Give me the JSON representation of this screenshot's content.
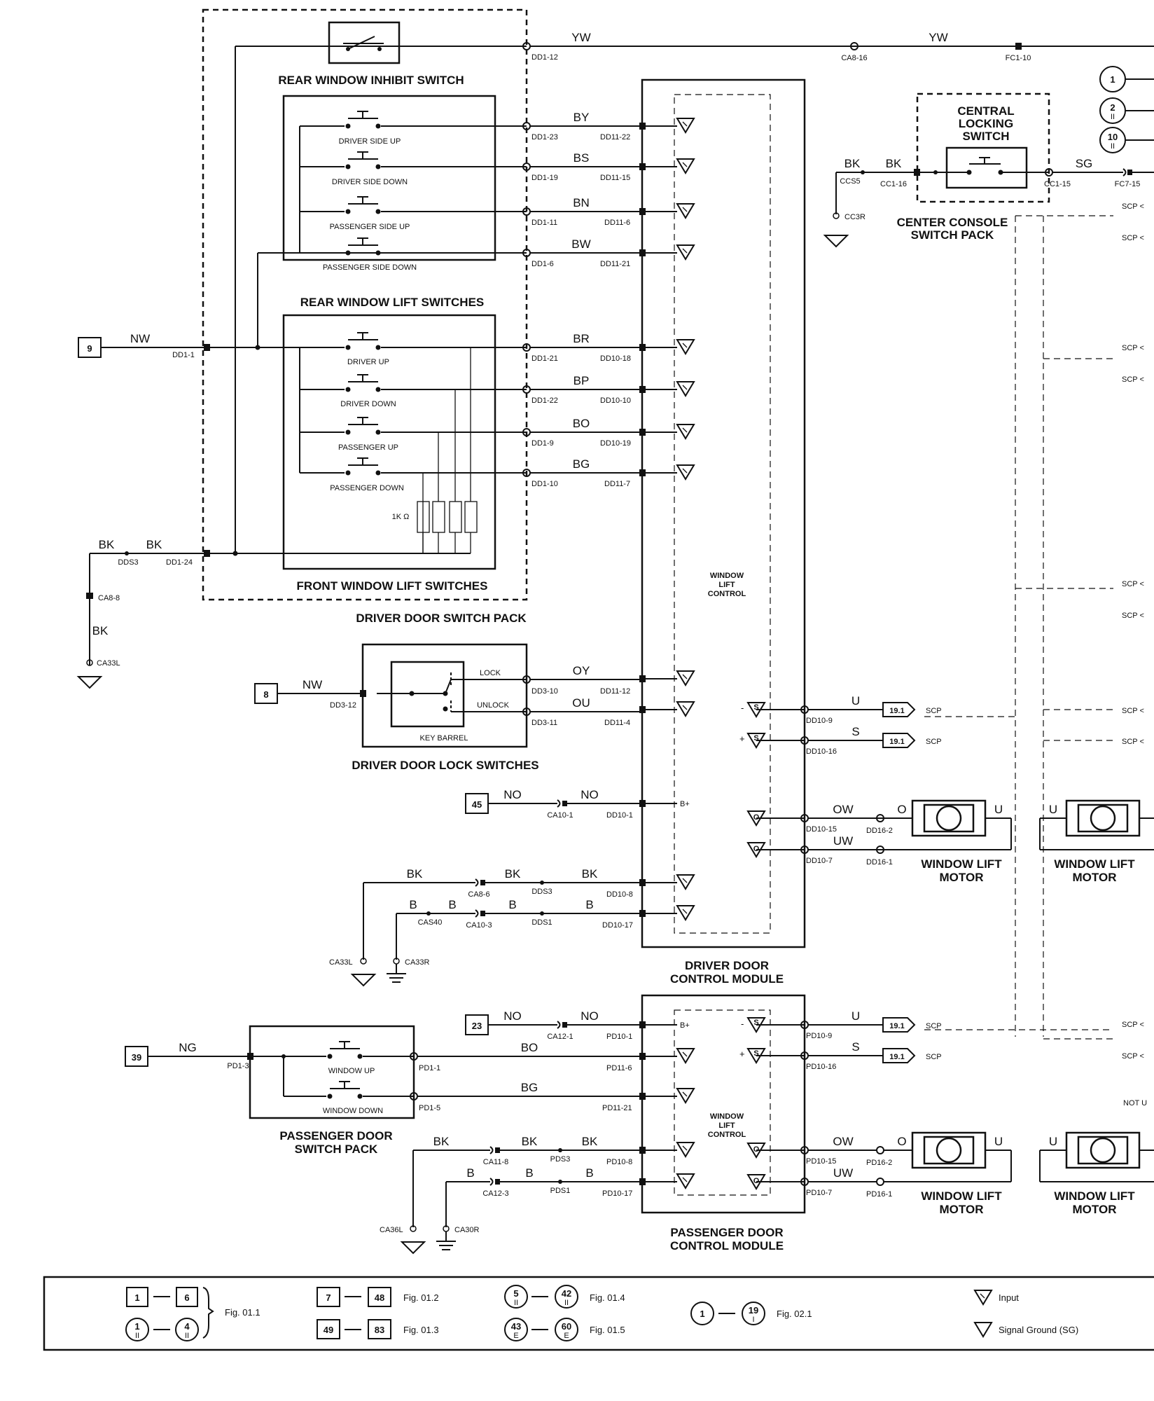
{
  "title": "",
  "components": {
    "rear_window_inhibit_switch": "REAR WINDOW INHIBIT SWITCH",
    "rear_window_lift_switches": "REAR WINDOW LIFT SWITCHES",
    "front_window_lift_switches": "FRONT WINDOW LIFT SWITCHES",
    "driver_door_switch_pack": "DRIVER DOOR SWITCH PACK",
    "central_locking_switch": [
      "CENTRAL",
      "LOCKING",
      "SWITCH"
    ],
    "center_console_switch_pack": [
      "CENTER CONSOLE",
      "SWITCH PACK"
    ],
    "driver_door_lock_switches": "DRIVER DOOR LOCK SWITCHES",
    "key_barrel": "KEY BARREL",
    "driver_door_control_module": [
      "DRIVER DOOR",
      "CONTROL MODULE"
    ],
    "passenger_door_control_module": [
      "PASSENGER DOOR",
      "CONTROL MODULE"
    ],
    "passenger_door_switch_pack": [
      "PASSENGER DOOR",
      "SWITCH PACK"
    ],
    "window_lift_control": [
      "WINDOW",
      "LIFT",
      "CONTROL"
    ],
    "window_lift_motor": [
      "WINDOW LIFT",
      "MOTOR"
    ],
    "resistor_label": "1K Ω",
    "lock": "LOCK",
    "unlock": "UNLOCK"
  },
  "switches": {
    "rear": [
      "DRIVER SIDE UP",
      "DRIVER SIDE DOWN",
      "PASSENGER SIDE UP",
      "PASSENGER SIDE DOWN"
    ],
    "front": [
      "DRIVER UP",
      "DRIVER DOWN",
      "PASSENGER UP",
      "PASSENGER DOWN"
    ],
    "passenger": [
      "WINDOW UP",
      "WINDOW DOWN"
    ]
  },
  "refs": {
    "r9": "9",
    "r8": "8",
    "r45": "45",
    "r23": "23",
    "r39": "39",
    "c1": "1",
    "c2": "2",
    "c10": "10",
    "sub_ii": "II",
    "scp_ref": "19.1",
    "scp": "SCP",
    "scp_short": "SCP <",
    "not_u": "NOT U"
  },
  "wires": {
    "yw": "YW",
    "by": "BY",
    "bs": "BS",
    "bn": "BN",
    "bw": "BW",
    "nw": "NW",
    "bk": "BK",
    "br": "BR",
    "bp": "BP",
    "bo": "BO",
    "bg": "BG",
    "oy": "OY",
    "ou": "OU",
    "no": "NO",
    "b": "B",
    "sg": "SG",
    "u": "U",
    "s": "S",
    "ow": "OW",
    "uw": "UW",
    "o": "O",
    "ng": "NG",
    "bplus": "B+"
  },
  "connectors": {
    "dd1_12": "DD1-12",
    "ca8_16": "CA8-16",
    "fc1_10": "FC1-10",
    "dd1_23": "DD1-23",
    "dd11_22": "DD11-22",
    "dd1_19": "DD1-19",
    "dd11_15": "DD11-15",
    "dd1_11": "DD1-11",
    "dd11_6": "DD11-6",
    "dd1_6": "DD1-6",
    "dd11_21": "DD11-21",
    "dd1_1": "DD1-1",
    "dd1_21": "DD1-21",
    "dd10_18": "DD10-18",
    "dd1_22": "DD1-22",
    "dd10_10": "DD10-10",
    "dd1_9": "DD1-9",
    "dd10_19": "DD10-19",
    "dd1_10": "DD1-10",
    "dd11_7": "DD11-7",
    "dds3": "DDS3",
    "dd1_24": "DD1-24",
    "ca8_8": "CA8-8",
    "ca33l": "CA33L",
    "dd3_12": "DD3-12",
    "dd3_10": "DD3-10",
    "dd11_12": "DD11-12",
    "dd3_11": "DD3-11",
    "dd11_4": "DD11-4",
    "dd10_9": "DD10-9",
    "dd10_16": "DD10-16",
    "ca10_1": "CA10-1",
    "dd10_1": "DD10-1",
    "dd10_15": "DD10-15",
    "dd16_2": "DD16-2",
    "dd10_7": "DD10-7",
    "dd16_1": "DD16-1",
    "ca8_6": "CA8-6",
    "dd10_8": "DD10-8",
    "cas40": "CAS40",
    "ca10_3": "CA10-3",
    "dds1": "DDS1",
    "dd10_17": "DD10-17",
    "ca33r": "CA33R",
    "ccs5": "CCS5",
    "cc1_16": "CC1-16",
    "cc1_15": "CC1-15",
    "fc7_15": "FC7-15",
    "cc3r": "CC3R",
    "ca12_1": "CA12-1",
    "pd10_1": "PD10-1",
    "pd1_3": "PD1-3",
    "pd1_1": "PD1-1",
    "pd11_6": "PD11-6",
    "pd1_5": "PD1-5",
    "pd11_21": "PD11-21",
    "ca11_8": "CA11-8",
    "pds3": "PDS3",
    "pd10_8": "PD10-8",
    "ca12_3": "CA12-3",
    "pds1": "PDS1",
    "pd10_17": "PD10-17",
    "ca36l": "CA36L",
    "ca30r": "CA30R",
    "pd10_9": "PD10-9",
    "pd10_16": "PD10-16",
    "pd10_15": "PD10-15",
    "pd16_2": "PD16-2",
    "pd10_7": "PD10-7",
    "pd16_1": "PD16-1"
  },
  "legend": {
    "a1": "1",
    "a2": "6",
    "a3": "1",
    "a4": "4",
    "fig011": "Fig. 01.1",
    "b1": "7",
    "b2": "48",
    "fig012": "Fig. 01.2",
    "b3": "49",
    "b4": "83",
    "fig013": "Fig. 01.3",
    "c1": "5",
    "c2": "42",
    "fig014": "Fig. 01.4",
    "c3": "43",
    "c4": "60",
    "fig015": "Fig. 01.5",
    "d1": "1",
    "d2": "19",
    "fig021": "Fig. 02.1",
    "sub_ii": "II",
    "sub_e": "E",
    "sub_i": "I",
    "input": "Input",
    "signal_ground": "Signal Ground (SG)"
  }
}
